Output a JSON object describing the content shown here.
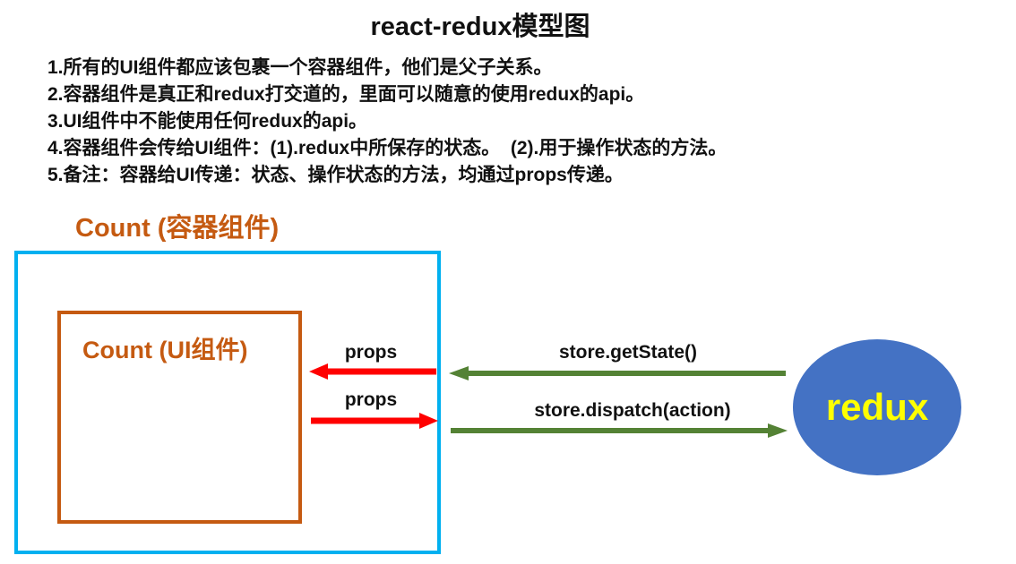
{
  "title": "react-redux模型图",
  "notes": [
    "1.所有的UI组件都应该包裹一个容器组件，他们是父子关系。",
    "2.容器组件是真正和redux打交道的，里面可以随意的使用redux的api。",
    "3.UI组件中不能使用任何redux的api。",
    "4.容器组件会传给UI组件：(1).redux中所保存的状态。  (2).用于操作状态的方法。",
    "5.备注：容器给UI传递：状态、操作状态的方法，均通过props传递。"
  ],
  "container_box": {
    "label": "Count (容器组件)"
  },
  "ui_box": {
    "label": "Count (UI组件)"
  },
  "arrows": {
    "props_in": "props",
    "props_out": "props",
    "get_state": "store.getState()",
    "dispatch": "store.dispatch(action)"
  },
  "redux_node": {
    "label": "redux"
  },
  "colors": {
    "container_border": "#00b0f0",
    "component_accent": "#c55a11",
    "props_arrow": "#ff0000",
    "store_arrow": "#548235",
    "redux_fill": "#4472c4",
    "redux_label": "#ffff00"
  }
}
